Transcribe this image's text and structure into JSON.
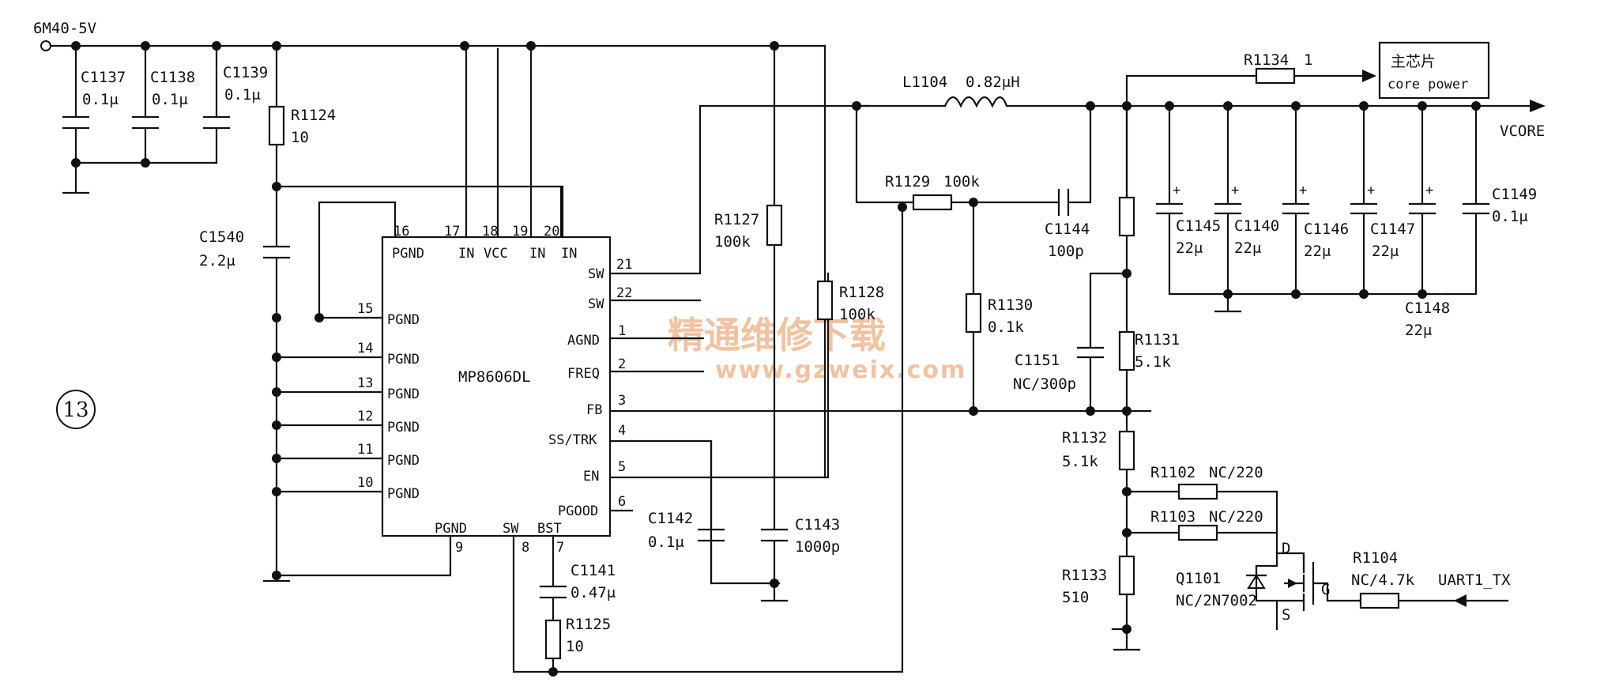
{
  "diagram_number": "13",
  "input": {
    "label": "6M40-5V"
  },
  "output": {
    "label": "VCORE"
  },
  "core_box": {
    "line1": "主芯片",
    "line2": "core power"
  },
  "ic": {
    "part": "MP8606DL",
    "left_pins": [
      {
        "num": "15",
        "name": "PGND"
      },
      {
        "num": "14",
        "name": "PGND"
      },
      {
        "num": "13",
        "name": "PGND"
      },
      {
        "num": "12",
        "name": "PGND"
      },
      {
        "num": "11",
        "name": "PGND"
      },
      {
        "num": "10",
        "name": "PGND"
      }
    ],
    "top_pins": [
      {
        "num": "16",
        "name": "PGND"
      },
      {
        "num": "17",
        "name": "IN"
      },
      {
        "num": "18",
        "name": "VCC"
      },
      {
        "num": "19",
        "name": "IN"
      },
      {
        "num": "20",
        "name": "IN"
      }
    ],
    "right_pins": [
      {
        "num": "21",
        "name": "SW"
      },
      {
        "num": "22",
        "name": "SW"
      },
      {
        "num": "1",
        "name": "AGND"
      },
      {
        "num": "2",
        "name": "FREQ"
      },
      {
        "num": "3",
        "name": "FB"
      },
      {
        "num": "4",
        "name": "SS/TRK"
      },
      {
        "num": "5",
        "name": "EN"
      },
      {
        "num": "6",
        "name": "PGOOD"
      }
    ],
    "bottom_pins": [
      {
        "num": "9",
        "name": "PGND"
      },
      {
        "num": "8",
        "name": "SW"
      },
      {
        "num": "7",
        "name": "BST"
      }
    ]
  },
  "components": {
    "C1137": {
      "ref": "C1137",
      "value": "0.1μ"
    },
    "C1138": {
      "ref": "C1138",
      "value": "0.1μ"
    },
    "C1139": {
      "ref": "C1139",
      "value": "0.1μ"
    },
    "R1124": {
      "ref": "R1124",
      "value": "10"
    },
    "C1540": {
      "ref": "C1540",
      "value": "2.2μ"
    },
    "R1127": {
      "ref": "R1127",
      "value": "100k"
    },
    "R1128": {
      "ref": "R1128",
      "value": "100k"
    },
    "C1142": {
      "ref": "C1142",
      "value": "0.1μ"
    },
    "C1143": {
      "ref": "C1143",
      "value": "1000p"
    },
    "C1141": {
      "ref": "C1141",
      "value": "0.47μ"
    },
    "R1125": {
      "ref": "R1125",
      "value": "10"
    },
    "L1104": {
      "ref": "L1104",
      "value": "0.82μH"
    },
    "R1129": {
      "ref": "R1129",
      "value": "100k"
    },
    "C1144": {
      "ref": "C1144",
      "value": "100p"
    },
    "R1130": {
      "ref": "R1130",
      "value": "0.1k"
    },
    "C1151": {
      "ref": "C1151",
      "value": "NC/300p"
    },
    "R1131": {
      "ref": "R1131",
      "value": "5.1k"
    },
    "R1132": {
      "ref": "R1132",
      "value": "5.1k"
    },
    "R1102": {
      "ref": "R1102",
      "value": "NC/220"
    },
    "R1103": {
      "ref": "R1103",
      "value": "NC/220"
    },
    "R1133": {
      "ref": "R1133",
      "value": "510"
    },
    "Q1101": {
      "ref": "Q1101",
      "value": "NC/2N7002"
    },
    "R1104": {
      "ref": "R1104",
      "value": "NC/4.7k"
    },
    "R1134": {
      "ref": "R1134",
      "value": "1"
    },
    "C1145": {
      "ref": "C1145",
      "value": "22μ"
    },
    "C1140": {
      "ref": "C1140",
      "value": "22μ"
    },
    "C1146": {
      "ref": "C1146",
      "value": "22μ"
    },
    "C1147": {
      "ref": "C1147",
      "value": "22μ"
    },
    "C1148": {
      "ref": "C1148",
      "value": "22μ"
    },
    "C1149": {
      "ref": "C1149",
      "value": "0.1μ"
    }
  },
  "mosfet_pins": {
    "d": "D",
    "g": "G",
    "s": "S"
  },
  "net_uart": "UART1_TX",
  "watermark": {
    "cn": "精通维修下载",
    "url": "www.gzweix.com"
  }
}
